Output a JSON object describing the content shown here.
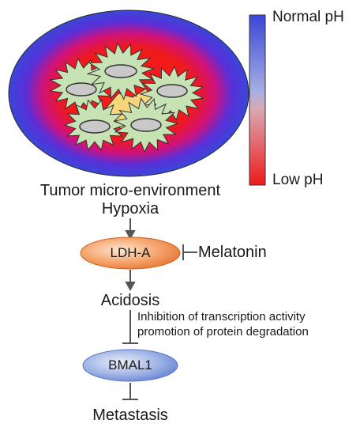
{
  "colors": {
    "normal_ph": "#3a46d8",
    "low_ph": "#ef1a1a",
    "cell_fill": "#c7e3b4",
    "nucleus_fill": "#c9c9c9",
    "core_fill": "#f5d77a",
    "ldha_fill": "#f08a4b",
    "bmal1_fill": "#7b97d6",
    "arrow": "#555555"
  },
  "legend": {
    "top_label": "Normal pH",
    "bottom_label": "Low pH"
  },
  "tumor": {
    "title": "Tumor micro-environment"
  },
  "pathway": {
    "hypoxia": "Hypoxia",
    "ldha": "LDH-A",
    "melatonin": "Melatonin",
    "acidosis": "Acidosis",
    "annotation_line1": "Inhibition of transcription activity",
    "annotation_line2": "promotion of protein degradation",
    "bmal1": "BMAL1",
    "metastasis": "Metastasis"
  }
}
